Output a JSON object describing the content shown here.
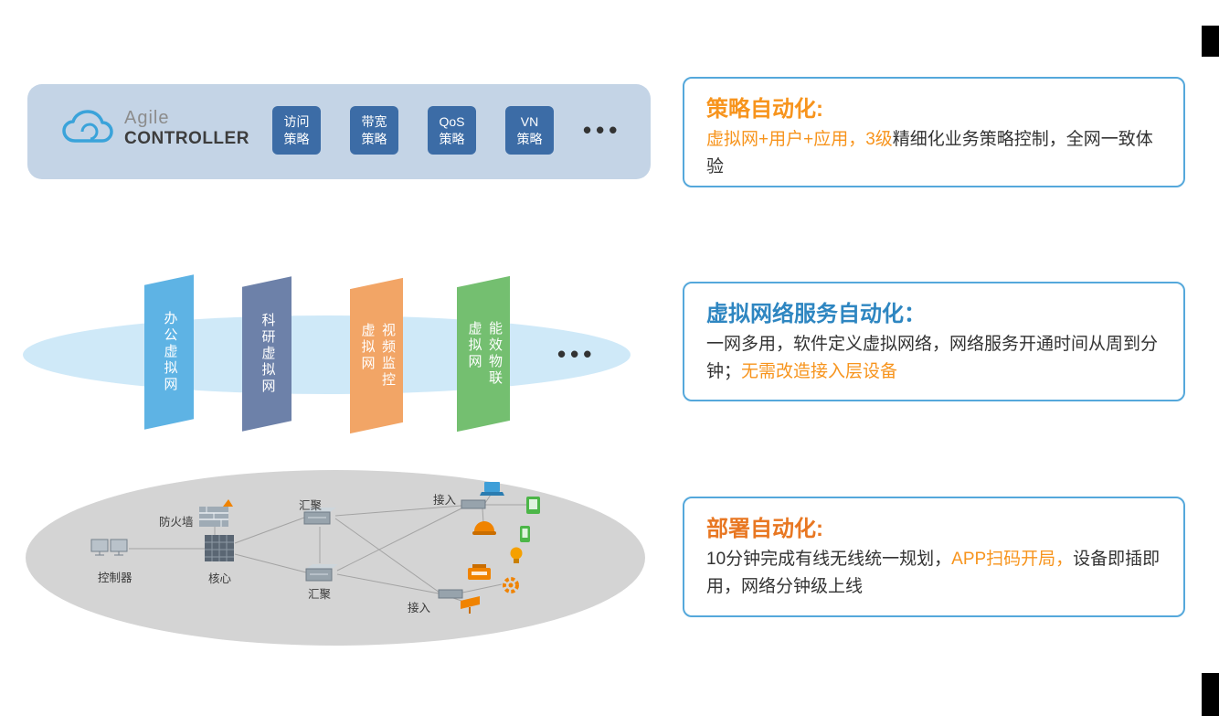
{
  "colors": {
    "controller_bar_bg": "#c4d4e6",
    "policy_chip_bg": "#3c6ca6",
    "vn_ellipse_bg": "#cfe9f8",
    "network_ellipse_bg": "#d4d4d4",
    "callout_border": "#55a8db",
    "orange_accent": "#f7941d"
  },
  "controller_bar": {
    "brand": {
      "top": "Agile",
      "bottom": "CONTROLLER"
    },
    "policies": [
      {
        "line1": "访问",
        "line2": "策略"
      },
      {
        "line1": "带宽",
        "line2": "策略"
      },
      {
        "line1": "QoS",
        "line2": "策略"
      },
      {
        "line1": "VN",
        "line2": "策略"
      }
    ],
    "ellipsis": "•••"
  },
  "vn_layer": {
    "cards": [
      {
        "text": "办公虚拟网",
        "color": "#5eb3e4"
      },
      {
        "text": "科研虚拟网",
        "color": "#6d81a9"
      },
      {
        "text": "视频监控\n虚拟网",
        "color": "#f2a566"
      },
      {
        "text": "能效物联\n虚拟网",
        "color": "#74bf70"
      }
    ],
    "ellipsis": "•••"
  },
  "network_layer": {
    "labels": {
      "firewall": "防火墙",
      "controller": "控制器",
      "core": "核心",
      "agg_top": "汇聚",
      "agg_bottom": "汇聚",
      "access_top": "接入",
      "access_bottom": "接入"
    },
    "device_icons": [
      "laptop-icon",
      "tablet-icon",
      "dome-camera-icon",
      "phone-icon",
      "bulb-icon",
      "printer-icon",
      "gear-icon",
      "cctv-camera-icon"
    ]
  },
  "callouts": [
    {
      "title": "策略自动化:",
      "title_color": "#f7941d",
      "body": [
        {
          "text": "虚拟网+用户+应用，3级",
          "color": "#f7941d"
        },
        {
          "text": "精细化业务策略控制，全网一致体验",
          "color": "#333333"
        }
      ]
    },
    {
      "title": "虚拟网络服务自动化：",
      "title_color": "#2e86c1",
      "body": [
        {
          "text": "一网多用，软件定义虚拟网络，网络服务开通时间从周到分钟；",
          "color": "#333333"
        },
        {
          "text": "无需改造接入层设备",
          "color": "#f7941d"
        }
      ]
    },
    {
      "title": "部署自动化:",
      "title_color": "#e87722",
      "body": [
        {
          "text": "10分钟完成有线无线统一规划，",
          "color": "#333333"
        },
        {
          "text": "APP扫码开局，",
          "color": "#f7941d"
        },
        {
          "text": "设备即插即用，网络分钟级上线",
          "color": "#333333"
        }
      ]
    }
  ]
}
